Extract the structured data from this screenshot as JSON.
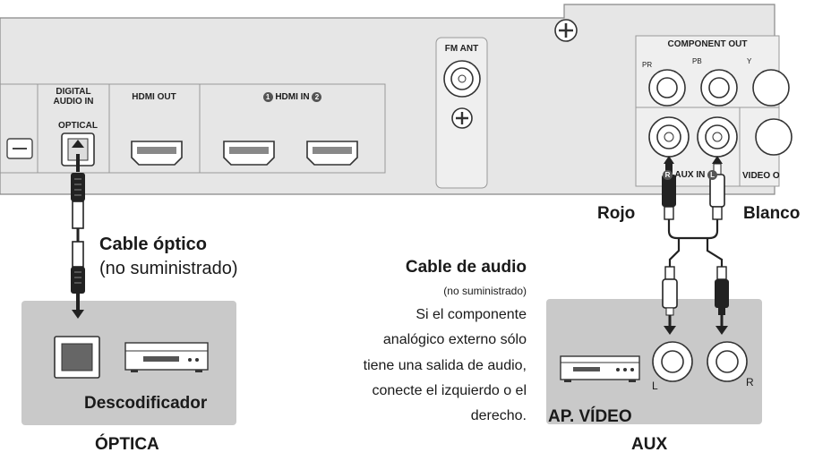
{
  "panel": {
    "digital_audio_in": "DIGITAL\nAUDIO IN",
    "optical_port": "OPTICAL",
    "hdmi_out": "HDMI OUT",
    "hdmi_in": "HDMI IN",
    "hdmi_in_1": "1",
    "hdmi_in_2": "2",
    "fm_ant": "FM ANT",
    "component_out": "COMPONENT OUT",
    "pr": "PR",
    "pb": "PB",
    "y": "Y",
    "aux_in": "AUX IN",
    "aux_r": "R",
    "aux_l": "L",
    "video_out": "VIDEO O"
  },
  "labels": {
    "rojo": "Rojo",
    "blanco": "Blanco",
    "cable_optico": "Cable óptico",
    "cable_optico_note": "(no suministrado)",
    "cable_audio": "Cable de audio",
    "cable_audio_note": "(no suministrado)",
    "audio_desc_1": "Si el componente",
    "audio_desc_2": "analógico externo sólo",
    "audio_desc_3": "tiene una salida de audio,",
    "audio_desc_4": "conecte el izquierdo o el",
    "audio_desc_5": "derecho.",
    "descodificador": "Descodificador",
    "optica": "ÓPTICA",
    "ap_video": "AP. VÍDEO",
    "aux": "AUX",
    "jack_l": "L",
    "jack_r": "R"
  },
  "colors": {
    "panel_gray": "#e6e6e6",
    "box_gray": "#c9c9c9",
    "line": "#333333"
  }
}
